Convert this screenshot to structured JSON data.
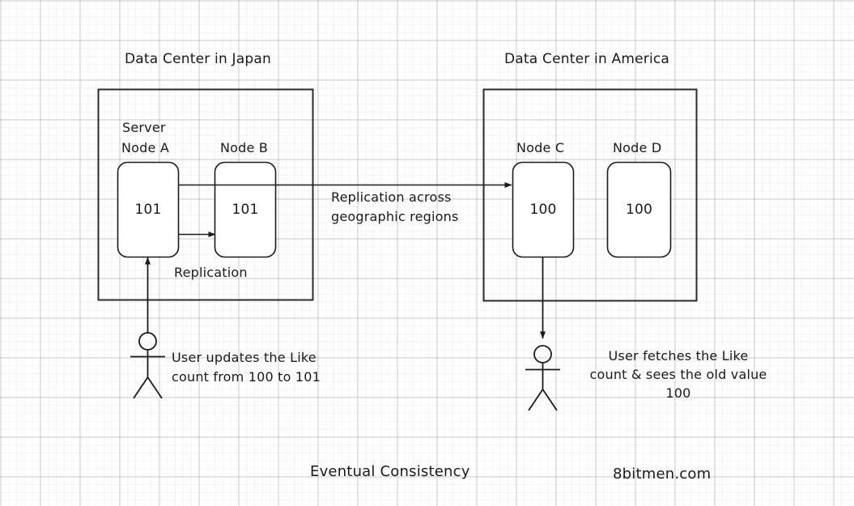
{
  "diagram": {
    "title_caption": "Eventual Consistency",
    "watermark": "8bitmen.com",
    "stroke_color": "#1a1a1a",
    "background": "#ffffff",
    "grid_color": "#c8c8d0"
  },
  "datacenters": [
    {
      "id": "japan",
      "title": "Data Center in Japan",
      "nodes": [
        {
          "id": "node-a",
          "label_line1": "Server",
          "label_line2": "Node A",
          "value": "101"
        },
        {
          "id": "node-b",
          "label_line1": "",
          "label_line2": "Node B",
          "value": "101"
        }
      ]
    },
    {
      "id": "america",
      "title": "Data Center in America",
      "nodes": [
        {
          "id": "node-c",
          "label_line1": "",
          "label_line2": "Node C",
          "value": "100"
        },
        {
          "id": "node-d",
          "label_line1": "",
          "label_line2": "Node D",
          "value": "100"
        }
      ]
    }
  ],
  "arrows": {
    "intra_replication_label": "Replication",
    "geo_replication_label_line1": "Replication across",
    "geo_replication_label_line2": "geographic regions"
  },
  "actors": [
    {
      "id": "writer",
      "text_line1": "User updates the Like",
      "text_line2": "count from 100 to 101",
      "text_line3": ""
    },
    {
      "id": "reader",
      "text_line1": "User fetches the Like",
      "text_line2": "count & sees the old value",
      "text_line3": "100"
    }
  ],
  "icons": {
    "actor": "stick-figure-icon",
    "arrow": "arrow-icon"
  }
}
